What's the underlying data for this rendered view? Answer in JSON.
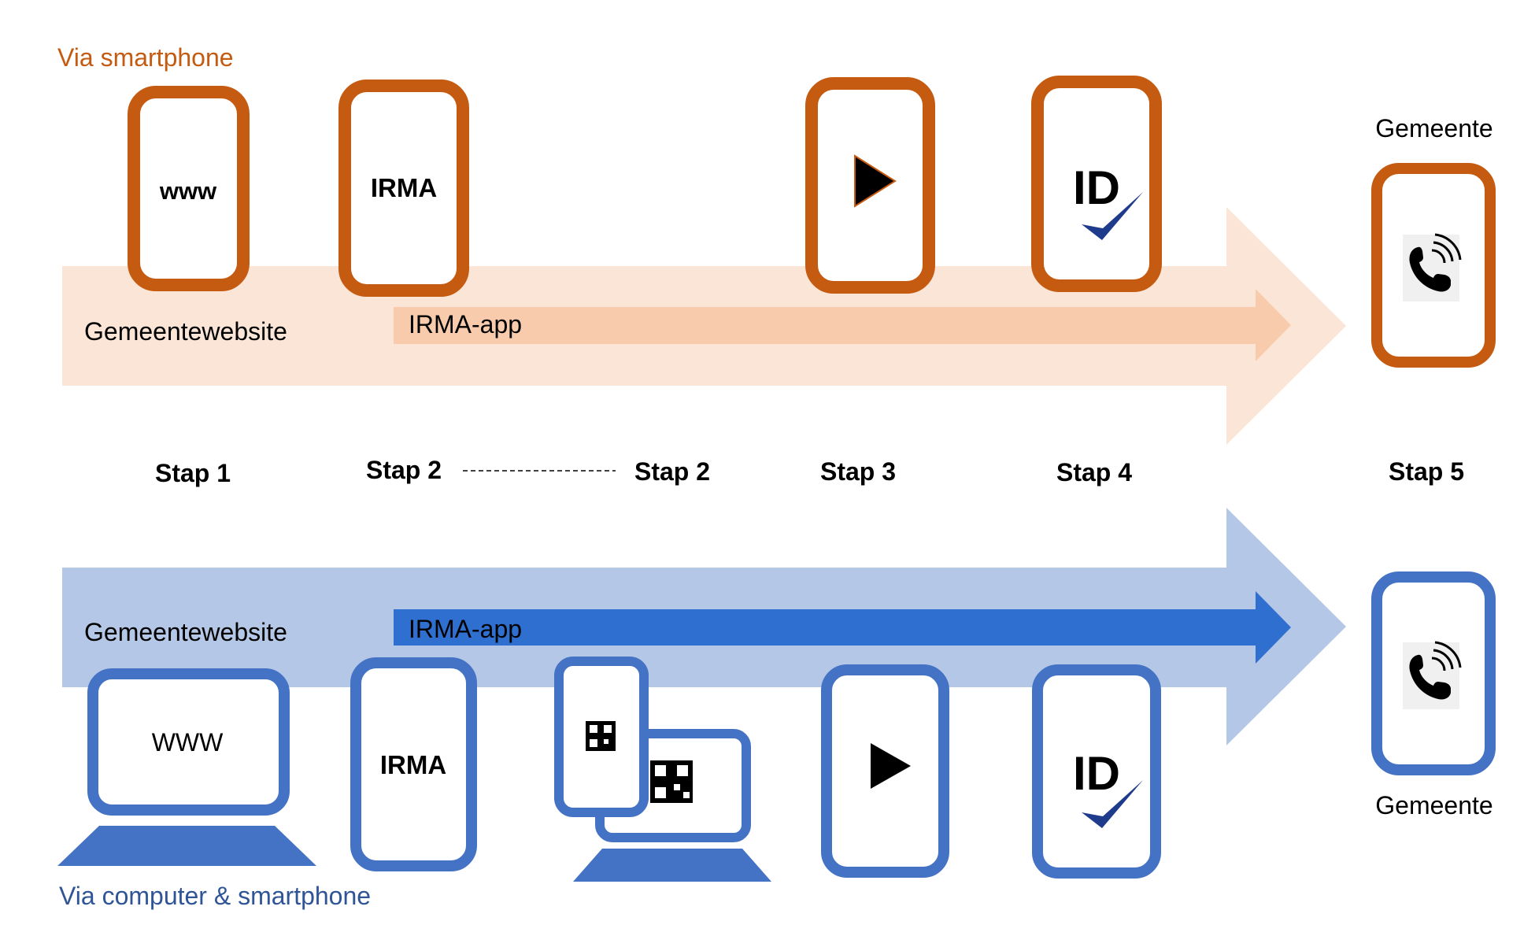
{
  "colors": {
    "orange": "#C55A11",
    "orange_arrow_light": "#FBE5D6",
    "orange_arrow_mid": "#F8CBAD",
    "blue": "#4472C4",
    "blue_arrow_light": "#B4C7E7",
    "blue_arrow_dark": "#2E6FD0",
    "blue_text": "#2F5597",
    "check": "#1F3B8C"
  },
  "top_flow": {
    "title": "Via smartphone",
    "arrow_label": "Gemeentewebsite",
    "inner_arrow_label": "IRMA-app",
    "devices": [
      {
        "text": "www",
        "icon": "phone"
      },
      {
        "text": "IRMA",
        "icon": "phone"
      },
      {
        "text": "",
        "icon": "play-icon"
      },
      {
        "text": "ID",
        "icon": "id-check-icon"
      },
      {
        "text": "",
        "icon": "phone-call-icon"
      }
    ],
    "gemeente_label": "Gemeente"
  },
  "steps": {
    "step1": "Stap 1",
    "step2a": "Stap 2",
    "step2b": "Stap 2",
    "step3": "Stap 3",
    "step4": "Stap 4",
    "step5": "Stap 5"
  },
  "bottom_flow": {
    "title": "Via computer & smartphone",
    "arrow_label": "Gemeentewebsite",
    "inner_arrow_label": "IRMA-app",
    "devices": [
      {
        "text": "WWW",
        "icon": "laptop-icon"
      },
      {
        "text": "IRMA",
        "icon": "phone"
      },
      {
        "text": "",
        "icon": "qr-code-icon"
      },
      {
        "text": "",
        "icon": "play-icon"
      },
      {
        "text": "ID",
        "icon": "id-check-icon"
      },
      {
        "text": "",
        "icon": "phone-call-icon"
      }
    ],
    "gemeente_label": "Gemeente"
  }
}
